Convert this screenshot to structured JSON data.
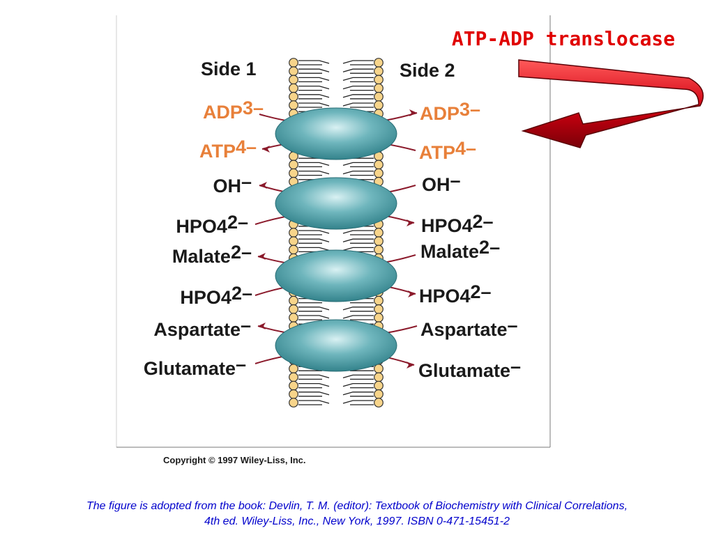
{
  "title": "ATP-ADP translocase",
  "side_labels": {
    "left": "Side 1",
    "right": "Side 2"
  },
  "transport_rows": [
    {
      "left_name": "ADP",
      "left_charge": "3–",
      "right_name": "ADP",
      "right_charge": "3–",
      "highlight": true
    },
    {
      "left_name": "ATP",
      "left_charge": "4–",
      "right_name": "ATP",
      "right_charge": "4–",
      "highlight": true
    },
    {
      "left_name": "OH",
      "left_charge": "–",
      "right_name": "OH",
      "right_charge": "–",
      "highlight": false
    },
    {
      "left_name": "HPO4",
      "left_charge": "2–",
      "right_name": "HPO4",
      "right_charge": "2–",
      "highlight": false
    },
    {
      "left_name": "Malate",
      "left_charge": "2–",
      "right_name": "Malate",
      "right_charge": "2–",
      "highlight": false
    },
    {
      "left_name": "HPO4",
      "left_charge": "2–",
      "right_name": "HPO4",
      "right_charge": "2–",
      "highlight": false
    },
    {
      "left_name": "Aspartate",
      "left_charge": "–",
      "right_name": "Aspartate",
      "right_charge": "–",
      "highlight": false
    },
    {
      "left_name": "Glutamate",
      "left_charge": "–",
      "right_name": "Glutamate",
      "right_charge": "–",
      "highlight": false
    }
  ],
  "copyright": "Copyright © 1997 Wiley-Liss, Inc.",
  "caption": {
    "line1": "The figure is adopted from the book: Devlin, T. M. (editor): Textbook of Biochemistry with Clinical Correlations,",
    "line2": "4th ed. Wiley-Liss, Inc., New York, 1997. ISBN 0-471-15451-2"
  },
  "colors": {
    "title": "#e00000",
    "highlight_label": "#e8803a",
    "normal_label": "#1a1a1a",
    "arrow": "#8b1a2b",
    "transporter": "#3e8f98",
    "lipid_head": "#f7d48a",
    "curved_arrow": "#c8000c",
    "caption": "#0000cc"
  }
}
